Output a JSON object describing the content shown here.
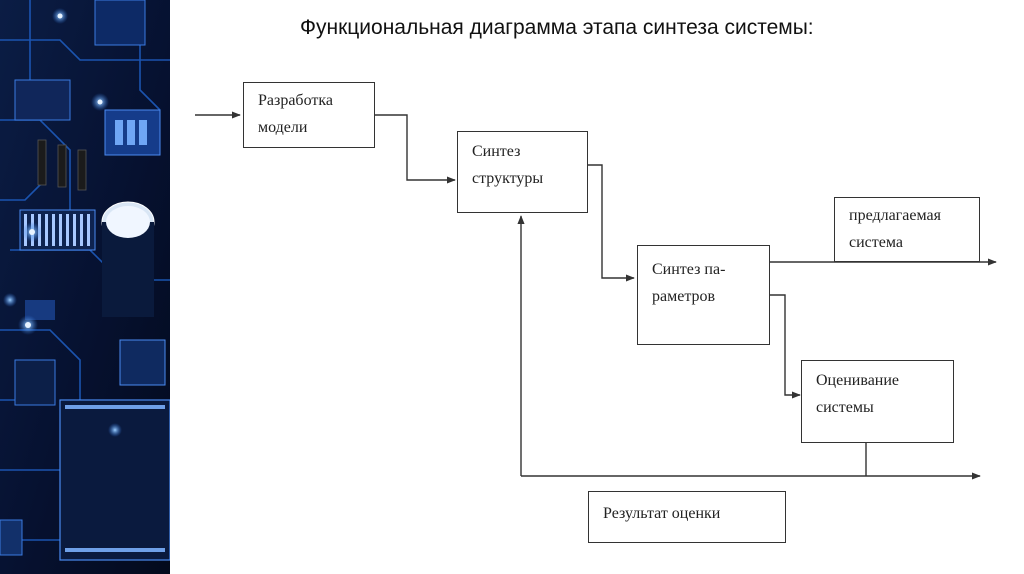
{
  "slide": {
    "title": "Функциональная диаграмма этапа синтеза системы:"
  },
  "diagram": {
    "nodes": {
      "model": {
        "line1": "Разработка",
        "line2": "модели"
      },
      "structure": {
        "line1": "Синтез",
        "line2": "структуры"
      },
      "params": {
        "line1": "Синтез па-",
        "line2": "раметров"
      },
      "proposed": {
        "line1": "предлагаемая",
        "line2": "система"
      },
      "evaluation": {
        "line1": "Оценивание",
        "line2": "системы"
      },
      "result": {
        "line1": "Результат оценки"
      }
    }
  },
  "colors": {
    "line": "#333333",
    "circuit_bg": "#07122b",
    "circuit_trace": "#2a6fd6",
    "circuit_glow": "#5aa8ff"
  }
}
